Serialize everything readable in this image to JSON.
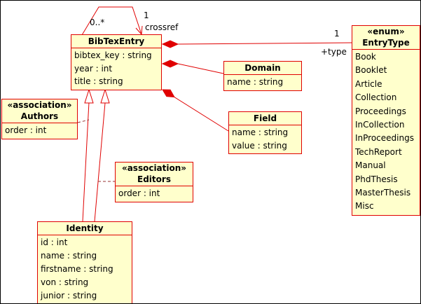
{
  "diagram": {
    "labels": {
      "self_mult_source": "0..*",
      "self_mult_target": "1",
      "self_name": "crossref",
      "type_mult": "1",
      "type_role": "+type"
    }
  },
  "classes": {
    "bibtex": {
      "name": "BibTexEntry",
      "attrs": [
        "bibtex_key : string",
        "year : int",
        "title : string"
      ]
    },
    "entrytype": {
      "stereotype": "«enum»",
      "name": "EntryType",
      "literals": [
        "Book",
        "Booklet",
        "Article",
        "Collection",
        "Proceedings",
        "InCollection",
        "InProceedings",
        "TechReport",
        "Manual",
        "PhdThesis",
        "MasterThesis",
        "Misc"
      ]
    },
    "domain": {
      "name": "Domain",
      "attrs": [
        "name : string"
      ]
    },
    "field": {
      "name": "Field",
      "attrs": [
        "name : string",
        "value : string"
      ]
    },
    "authors": {
      "stereotype": "«association»",
      "name": "Authors",
      "attrs": [
        "order : int"
      ]
    },
    "editors": {
      "stereotype": "«association»",
      "name": "Editors",
      "attrs": [
        "order : int"
      ]
    },
    "identity": {
      "name": "Identity",
      "attrs": [
        "id : int",
        "name : string",
        "firstname : string",
        "von : string",
        "junior : string"
      ]
    }
  },
  "colors": {
    "node_fill": "#FFFFCC",
    "node_border": "#E00000",
    "connector": "#E00000",
    "dashed_link": "#993333",
    "text": "#000000"
  }
}
